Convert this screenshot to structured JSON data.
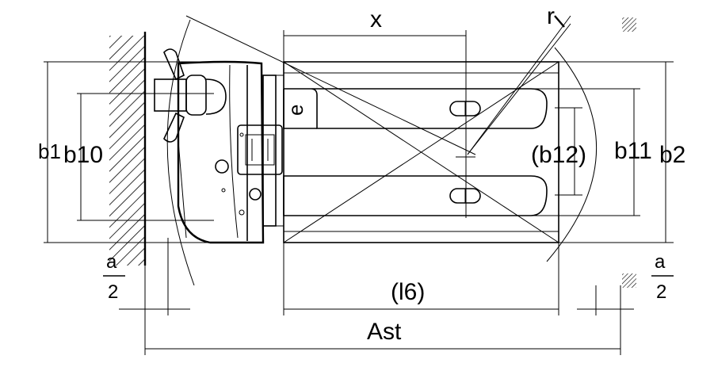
{
  "diagram": {
    "labels": {
      "x": "x",
      "r": "r",
      "b1": "b1",
      "b10": "b10",
      "e": "e",
      "b12": "(b12)",
      "b11": "b11",
      "b2": "b2",
      "a_num": "a",
      "a_den": "2",
      "l6": "(l6)",
      "ast": "Ast"
    },
    "icons": [
      "wall-hatch",
      "corner-hatch-marker"
    ]
  }
}
